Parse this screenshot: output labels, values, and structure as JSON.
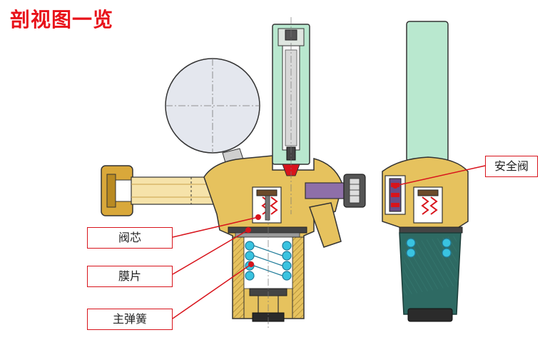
{
  "title": "剖视图一览",
  "labels": {
    "safety_valve": "安全阀",
    "valve_core": "阀芯",
    "diaphragm": "膜片",
    "main_spring": "主弹簧"
  },
  "colors": {
    "title": "#e8121a",
    "leader": "#d8141c",
    "brass": "#e6c25e",
    "brass_dark": "#9c7a2a",
    "flow_tube": "#b9e8cf",
    "spring": "#39c3e0",
    "bottom_green": "#2e6a63",
    "gauge": "#e4e7ee"
  }
}
